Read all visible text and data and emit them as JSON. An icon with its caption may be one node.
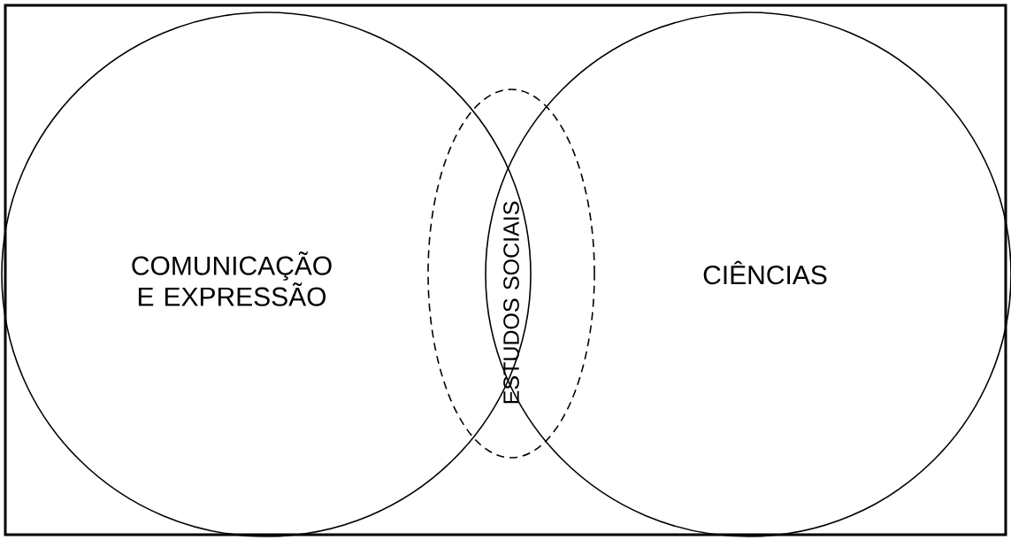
{
  "diagram": {
    "nodes": [
      {
        "text": [
          "COMUNICAÇÃO E EXPRESSÃO"
        ]
      },
      {
        "text": [
          "CIÊNCIAS"
        ]
      },
      {
        "text": [
          "ESTUDOS SOCIAIS"
        ]
      }
    ]
  }
}
